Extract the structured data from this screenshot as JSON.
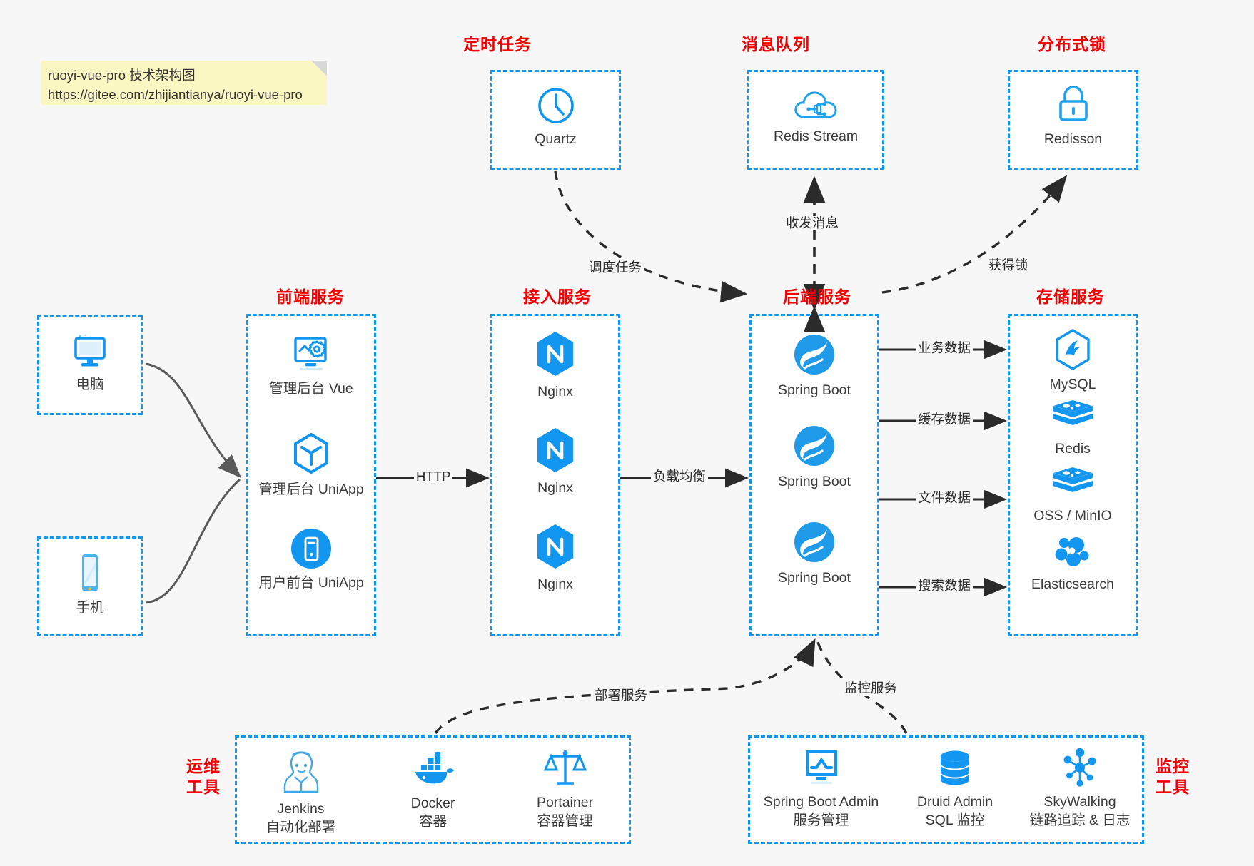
{
  "note": {
    "line1": "ruoyi-vue-pro 技术架构图",
    "line2": "https://gitee.com/zhijiantianya/ruoyi-vue-pro"
  },
  "colors": {
    "accent_blue": "#1296f0",
    "caption_red": "#f40000",
    "background": "#f7f7f7",
    "box_fill": "#ffffff",
    "arrow_gray": "#5a5a5a",
    "arrow_dark": "#2b2b2b",
    "note_yellow": "#fbf7c2"
  },
  "sections": {
    "scheduled_task": "定时任务",
    "message_queue": "消息队列",
    "distributed_lock": "分布式锁",
    "frontend_service": "前端服务",
    "gateway_service": "接入服务",
    "backend_service": "后端服务",
    "storage_service": "存储服务",
    "devops_tools": "运维\n工具",
    "devops_tools_l1": "运维",
    "devops_tools_l2": "工具",
    "monitor_tools_l1": "监控",
    "monitor_tools_l2": "工具"
  },
  "clients": [
    {
      "name": "电脑",
      "icon": "desktop-computer-icon"
    },
    {
      "name": "手机",
      "icon": "mobile-phone-icon"
    }
  ],
  "scheduled_task_nodes": [
    {
      "name": "Quartz",
      "icon": "clock-icon"
    }
  ],
  "message_queue_nodes": [
    {
      "name": "Redis Stream",
      "icon": "cloud-network-icon"
    }
  ],
  "distributed_lock_nodes": [
    {
      "name": "Redisson",
      "icon": "lock-icon"
    }
  ],
  "frontend_nodes": [
    {
      "name": "管理后台 Vue",
      "icon": "monitor-settings-icon"
    },
    {
      "name": "管理后台 UniApp",
      "icon": "cube-icon"
    },
    {
      "name": "用户前台 UniApp",
      "icon": "mobile-app-icon"
    }
  ],
  "gateway_nodes": [
    {
      "name": "Nginx",
      "icon": "nginx-icon"
    },
    {
      "name": "Nginx",
      "icon": "nginx-icon"
    },
    {
      "name": "Nginx",
      "icon": "nginx-icon"
    }
  ],
  "backend_nodes": [
    {
      "name": "Spring Boot",
      "icon": "spring-boot-icon"
    },
    {
      "name": "Spring Boot",
      "icon": "spring-boot-icon"
    },
    {
      "name": "Spring Boot",
      "icon": "spring-boot-icon"
    }
  ],
  "storage_nodes": [
    {
      "name": "MySQL",
      "icon": "mysql-icon"
    },
    {
      "name": "Redis",
      "icon": "redis-icon"
    },
    {
      "name": "OSS / MinIO",
      "icon": "oss-minio-icon"
    },
    {
      "name": "Elasticsearch",
      "icon": "elasticsearch-icon"
    }
  ],
  "devops_nodes": [
    {
      "name": "Jenkins",
      "sub": "自动化部署",
      "icon": "jenkins-icon"
    },
    {
      "name": "Docker",
      "sub": "容器",
      "icon": "docker-icon"
    },
    {
      "name": "Portainer",
      "sub": "容器管理",
      "icon": "portainer-scales-icon"
    }
  ],
  "monitor_nodes": [
    {
      "name": "Spring Boot Admin",
      "sub": "服务管理",
      "icon": "monitor-chart-icon"
    },
    {
      "name": "Druid Admin",
      "sub": "SQL 监控",
      "icon": "database-stack-icon"
    },
    {
      "name": "SkyWalking",
      "sub": "链路追踪 & 日志",
      "icon": "skywalking-icon"
    }
  ],
  "edges": [
    {
      "id": "http",
      "label": "HTTP"
    },
    {
      "id": "load-balance",
      "label": "负载均衡"
    },
    {
      "id": "schedule-task",
      "label": "调度任务"
    },
    {
      "id": "send-receive-message",
      "label": "收发消息"
    },
    {
      "id": "acquire-lock",
      "label": "获得锁"
    },
    {
      "id": "business-data",
      "label": "业务数据"
    },
    {
      "id": "cache-data",
      "label": "缓存数据"
    },
    {
      "id": "file-data",
      "label": "文件数据"
    },
    {
      "id": "search-data",
      "label": "搜索数据"
    },
    {
      "id": "deploy-service",
      "label": "部署服务"
    },
    {
      "id": "monitor-service",
      "label": "监控服务"
    }
  ]
}
